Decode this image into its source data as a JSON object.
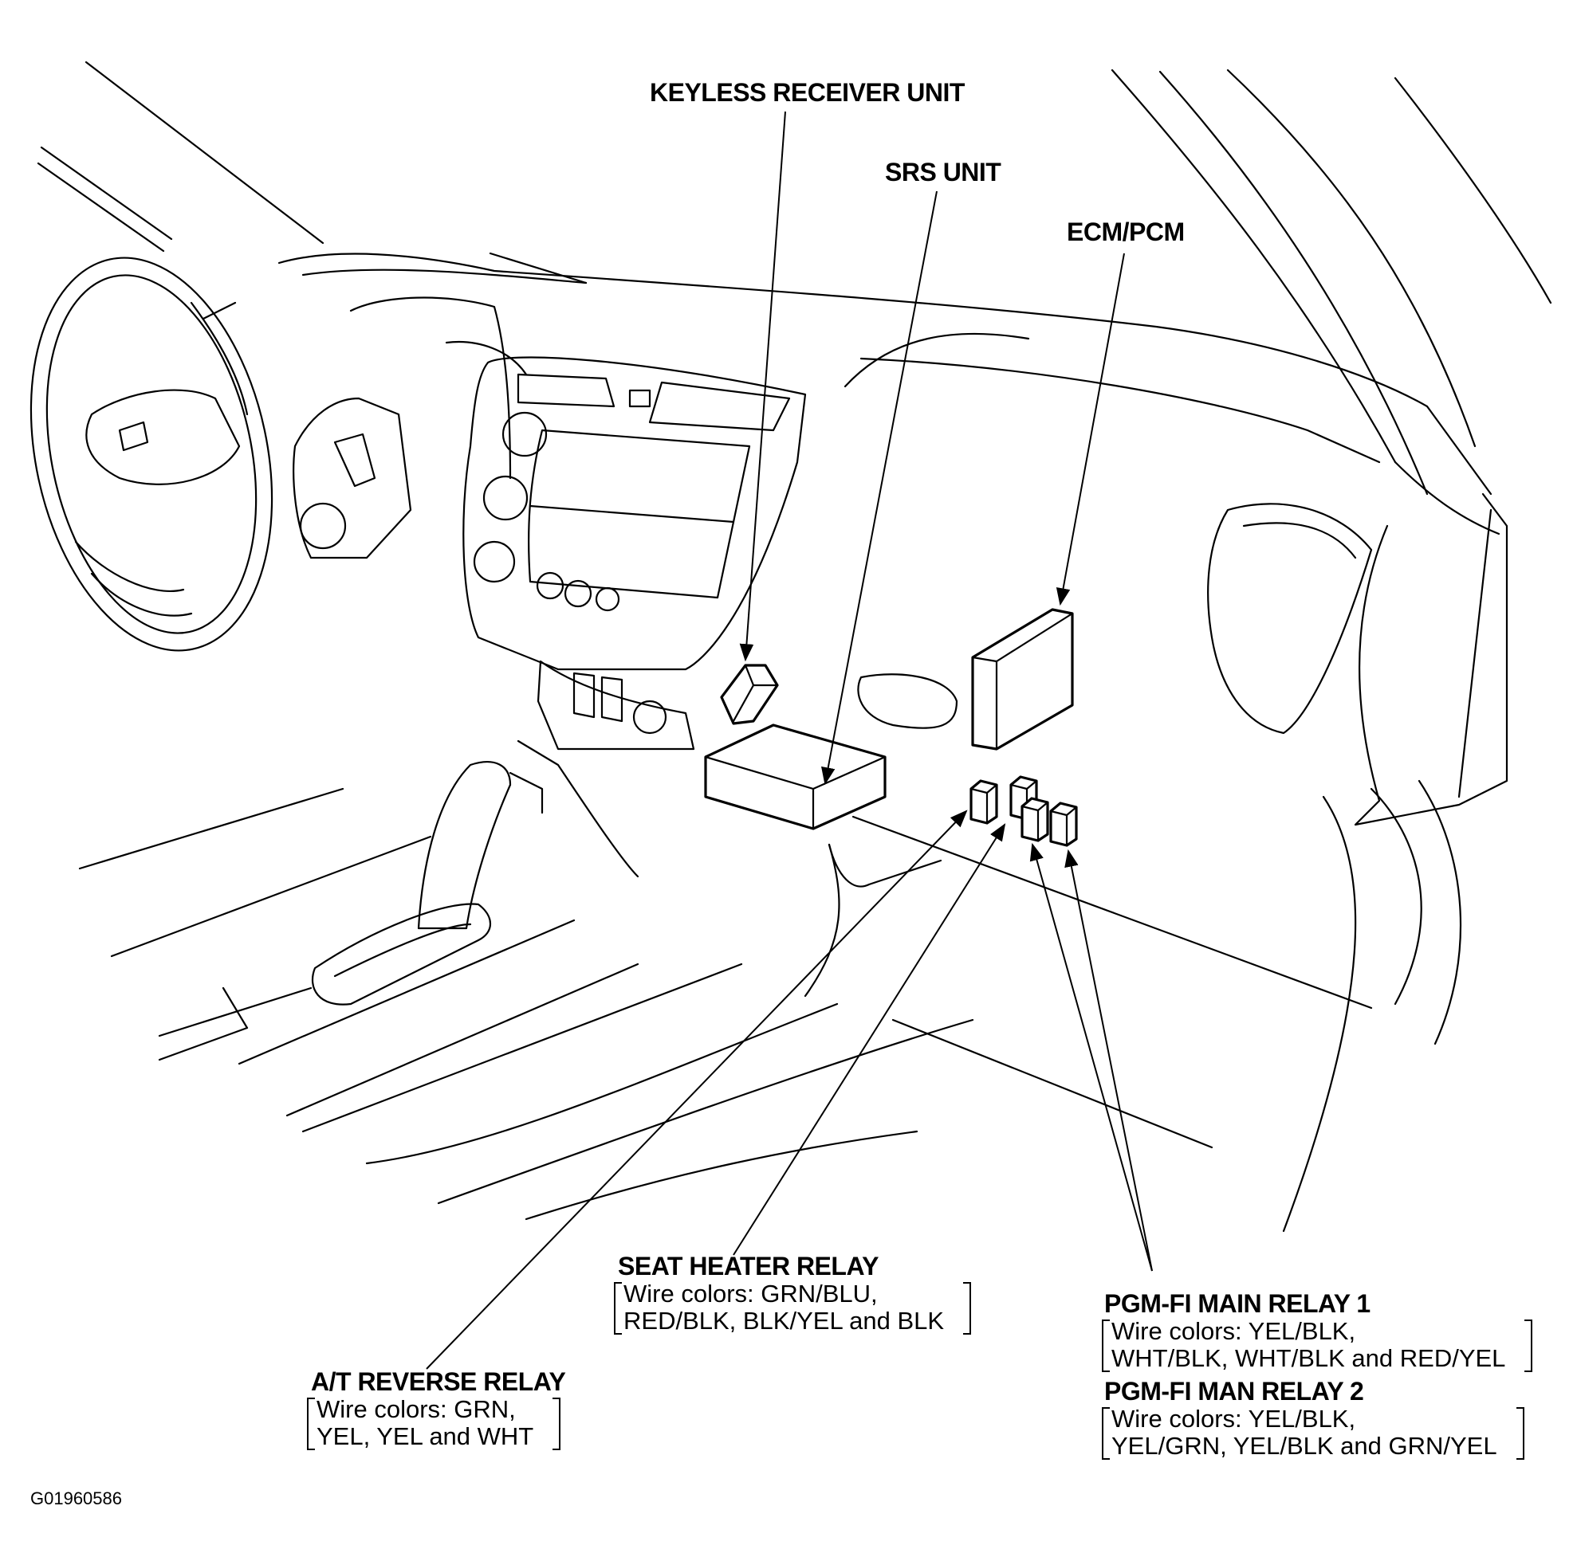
{
  "labels": {
    "keyless": "KEYLESS RECEIVER UNIT",
    "srs": "SRS UNIT",
    "ecm": "ECM/PCM",
    "seat_heater": {
      "title": "SEAT HEATER RELAY",
      "line1": "Wire colors: GRN/BLU,",
      "line2": "RED/BLK, BLK/YEL and BLK"
    },
    "at_reverse": {
      "title": "A/T REVERSE RELAY",
      "line1": "Wire colors: GRN,",
      "line2": "YEL, YEL and WHT"
    },
    "pgm_fi_main_1": {
      "title": "PGM-FI MAIN RELAY 1",
      "line1": "Wire colors: YEL/BLK,",
      "line2": "WHT/BLK, WHT/BLK and RED/YEL"
    },
    "pgm_fi_main_2": {
      "title": "PGM-FI MAN RELAY 2",
      "line1": "Wire colors: YEL/BLK,",
      "line2": "YEL/GRN, YEL/BLK and GRN/YEL"
    }
  },
  "figure_id": "G01960586"
}
